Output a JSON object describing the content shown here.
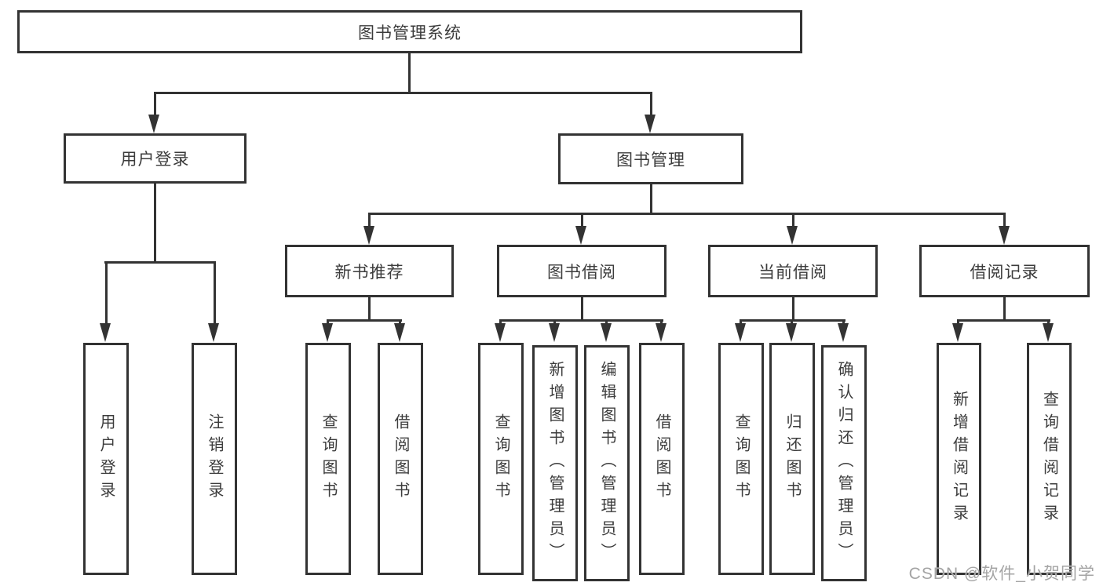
{
  "diagram": {
    "title": "图书管理系统",
    "nodes": {
      "root": "图书管理系统",
      "login": "用户登录",
      "mgmt": "图书管理",
      "rec": "新书推荐",
      "borrow": "图书借阅",
      "current": "当前借阅",
      "record": "借阅记录",
      "login_user": "用户登录",
      "login_logout": "注销登录",
      "rec_query": "查询图书",
      "rec_borrow": "借阅图书",
      "borrow_query": "查询图书",
      "borrow_add": "新增图书（管理员）",
      "borrow_edit": "编辑图书（管理员）",
      "borrow_lend": "借阅图书",
      "cur_query": "查询图书",
      "cur_return": "归还图书",
      "cur_confirm": "确认归还（管理员）",
      "rec2_add": "新增借阅记录",
      "rec2_query": "查询借阅记录"
    },
    "edges": [
      [
        "图书管理系统",
        "用户登录"
      ],
      [
        "图书管理系统",
        "图书管理"
      ],
      [
        "用户登录",
        "用户登录"
      ],
      [
        "用户登录",
        "注销登录"
      ],
      [
        "图书管理",
        "新书推荐"
      ],
      [
        "图书管理",
        "图书借阅"
      ],
      [
        "图书管理",
        "当前借阅"
      ],
      [
        "图书管理",
        "借阅记录"
      ],
      [
        "新书推荐",
        "查询图书"
      ],
      [
        "新书推荐",
        "借阅图书"
      ],
      [
        "图书借阅",
        "查询图书"
      ],
      [
        "图书借阅",
        "新增图书（管理员）"
      ],
      [
        "图书借阅",
        "编辑图书（管理员）"
      ],
      [
        "图书借阅",
        "借阅图书"
      ],
      [
        "当前借阅",
        "查询图书"
      ],
      [
        "当前借阅",
        "归还图书"
      ],
      [
        "当前借阅",
        "确认归还（管理员）"
      ],
      [
        "借阅记录",
        "新增借阅记录"
      ],
      [
        "借阅记录",
        "查询借阅记录"
      ]
    ],
    "colors": {
      "line": "#333333",
      "text": "#3c3c3c",
      "box_background": "#ffffff",
      "page_background": "#ffffff",
      "watermark": "#a4a4a4"
    }
  },
  "watermark": "CSDN @软件_小贺同学"
}
